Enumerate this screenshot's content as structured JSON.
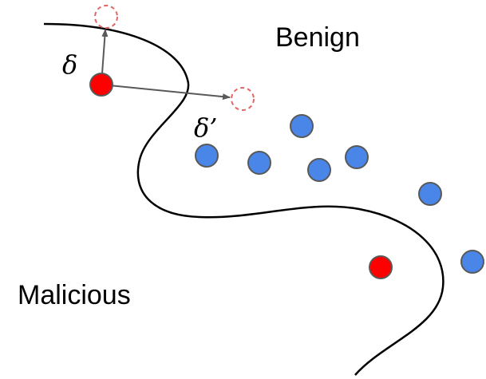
{
  "labels": {
    "benign": "Benign",
    "malicious": "Malicious",
    "delta": "δ",
    "delta_prime": "δ’"
  },
  "colors": {
    "malicious_point": "#ff0000",
    "benign_point": "#4a86e8",
    "point_outline": "#595959",
    "perturbed_outline": "#e06666",
    "arrow": "#595959",
    "boundary": "#000000"
  }
}
